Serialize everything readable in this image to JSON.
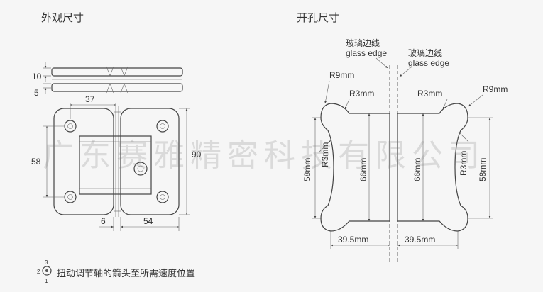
{
  "titles": {
    "left": "外观尺寸",
    "right": "开孔尺寸"
  },
  "left_dims": {
    "d10": "10",
    "d5": "5",
    "d37": "37",
    "d58": "58",
    "d90": "90",
    "d6": "6",
    "d54": "54"
  },
  "right_dims": {
    "glass_edge_cn": "玻璃边线",
    "glass_edge_en": "glass edge",
    "r9_left": "R9mm",
    "r3_left": "R3mm",
    "r3_right": "R3mm",
    "r9_right": "R9mm",
    "r3_side_left": "R3mm",
    "r3_side_right": "R3mm",
    "h58_left": "58mm",
    "h66_left": "66mm",
    "h66_right": "66mm",
    "h58_right": "58mm",
    "w_left": "39.5mm",
    "w_right": "39.5mm"
  },
  "adjust_icon_numbers": {
    "top": "3",
    "left": "2",
    "bottom": "1"
  },
  "footnote": "扭动调节轴的箭头至所需速度位置",
  "watermark": "广东赛雅精密科技有限公司"
}
